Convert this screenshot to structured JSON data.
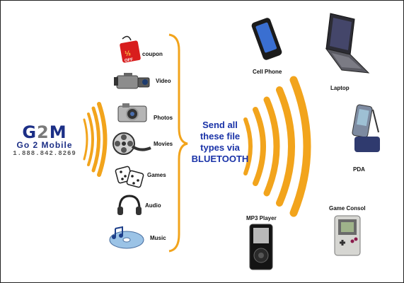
{
  "logo": {
    "brand_left": "G",
    "brand_mid": "2",
    "brand_right": "M",
    "subtitle": "Go 2 Mobile",
    "phone": "1.888.842.8269"
  },
  "file_types": [
    {
      "label": "coupon",
      "icon": "coupon-icon"
    },
    {
      "label": "Video",
      "icon": "video-camera-icon"
    },
    {
      "label": "Photos",
      "icon": "photo-camera-icon"
    },
    {
      "label": "Movies",
      "icon": "film-reel-icon"
    },
    {
      "label": "Games",
      "icon": "dice-icon"
    },
    {
      "label": "Audio",
      "icon": "headphones-icon"
    },
    {
      "label": "Music",
      "icon": "music-cd-icon"
    }
  ],
  "center_text": {
    "line1": "Send all",
    "line2": "these file",
    "line3": "types via",
    "line4": "BLUETOOTH"
  },
  "devices": [
    {
      "label": "Cell Phone",
      "icon": "cell-phone-icon"
    },
    {
      "label": "Laptop",
      "icon": "laptop-icon"
    },
    {
      "label": "PDA",
      "icon": "pda-icon"
    },
    {
      "label": "Game Consol",
      "icon": "game-console-icon"
    },
    {
      "label": "MP3 Player",
      "icon": "mp3-player-icon"
    }
  ],
  "colors": {
    "wave": "#f2a41c",
    "brace": "#f2a41c",
    "center_text": "#1a33a8",
    "brand": "#1c2f86"
  }
}
